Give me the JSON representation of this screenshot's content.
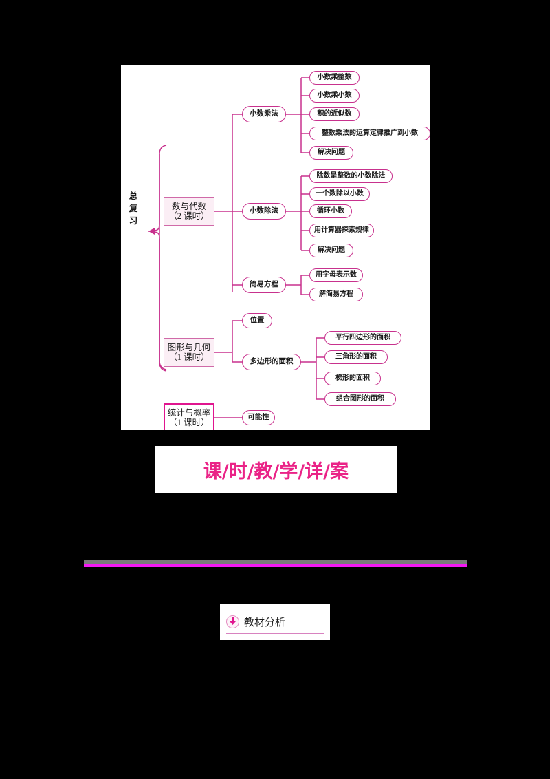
{
  "page": {
    "background_color": "#000000",
    "accent_color": "#e0158f",
    "divider_color": "#f318f3",
    "node_border_color": "#c8318d",
    "node_fill_color": "#fbeef5"
  },
  "mindmap": {
    "root_label": "总复习",
    "root_label_chars": [
      "总",
      "复",
      "习"
    ],
    "branches": [
      {
        "id": "shu-yu-dai-shu",
        "title": "数与代数",
        "hours": "（2 课时）",
        "children": [
          {
            "title": "小数乘法",
            "leaves": [
              "小数乘整数",
              "小数乘小数",
              "积的近似数",
              "整数乘法的运算定律推广到小数",
              "解决问题"
            ]
          },
          {
            "title": "小数除法",
            "leaves": [
              "除数是整数的小数除法",
              "一个数除以小数",
              "循环小数",
              "用计算器探索规律",
              "解决问题"
            ]
          },
          {
            "title": "简易方程",
            "leaves": [
              "用字母表示数",
              "解简易方程"
            ]
          }
        ]
      },
      {
        "id": "tu-xing-yu-ji-he",
        "title": "图形与几何",
        "hours": "（1 课时）",
        "children": [
          {
            "title": "位置",
            "leaves": []
          },
          {
            "title": "多边形的面积",
            "leaves": [
              "平行四边形的面积",
              "三角形的面积",
              "梯形的面积",
              "组合图形的面积"
            ]
          }
        ]
      },
      {
        "id": "tong-ji-yu-gai-lv",
        "title": "统计与概率",
        "hours": "（1 课时）",
        "children": [
          {
            "title": "可能性",
            "leaves": []
          }
        ]
      }
    ]
  },
  "banner": {
    "text": "课/时/教/学/详/案"
  },
  "section": {
    "icon": "download-arrow-icon",
    "title": "教材分析"
  }
}
